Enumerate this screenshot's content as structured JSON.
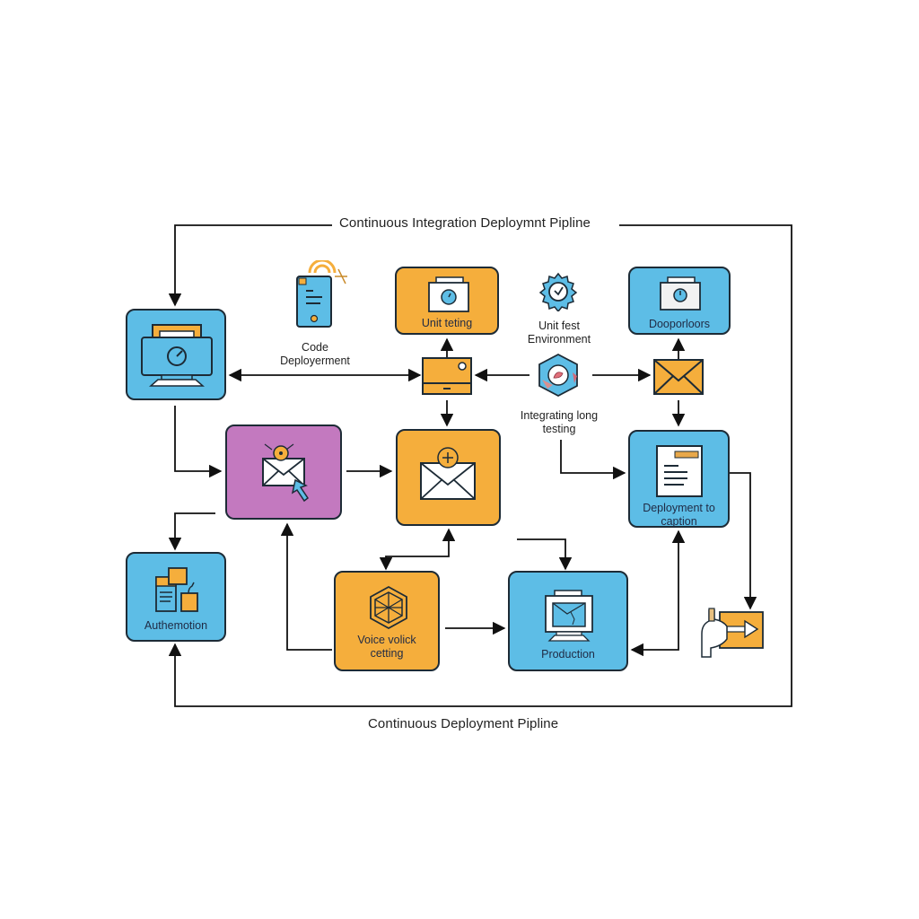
{
  "diagram": {
    "title_top": "Continuous Integration Deploymnt Pipline",
    "title_bottom": "Continuous Deployment Pipline",
    "colors": {
      "blue": "#5dbde6",
      "orange": "#f5ae3c",
      "purple": "#c379bf",
      "stroke": "#1d2b36"
    },
    "nodes": {
      "source_monitor": {
        "label": "",
        "icon": "monitor-gauge-icon"
      },
      "code_deployment": {
        "label_line1": "Code",
        "label_line2": "Deployerment",
        "icon": "mobile-signal-icon"
      },
      "unit_testing": {
        "label": "Unit teting",
        "icon": "folder-gauge-icon"
      },
      "build_device": {
        "label": "",
        "icon": "device-icon"
      },
      "unit_test_environment": {
        "label_line1": "Unit fest",
        "label_line2": "Environment",
        "icon": "gear-clock-icon"
      },
      "integration_testing": {
        "label_line1": "Integrating long",
        "label_line2": "testing",
        "icon": "hexagon-bug-icon"
      },
      "deployments": {
        "label": "Dooporloors",
        "icon": "folder-gauge-icon"
      },
      "notification_mail": {
        "label": "",
        "icon": "envelope-icon"
      },
      "review_mail": {
        "label": "",
        "icon": "envelope-cursor-icon"
      },
      "approval_mail": {
        "label": "",
        "icon": "envelope-badge-icon"
      },
      "deployment_to_caption": {
        "label_line1": "Deployment to",
        "label_line2": "caption",
        "icon": "document-icon"
      },
      "automation": {
        "label": "Authemotion",
        "icon": "files-icon"
      },
      "voice_check_setting": {
        "label_line1": "Voice volick",
        "label_line2": "cetting",
        "icon": "hexagon-cube-icon"
      },
      "production": {
        "label": "Production",
        "icon": "computer-icon"
      },
      "release_handoff": {
        "label": "",
        "icon": "hand-arrow-icon"
      }
    }
  }
}
